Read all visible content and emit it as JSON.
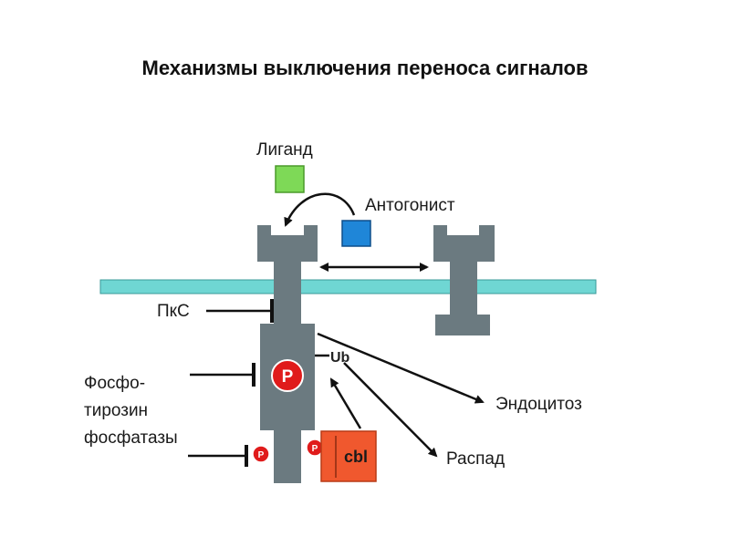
{
  "title": "Механизмы выключения переноса сигналов",
  "labels": {
    "ligand": "Лиганд",
    "antagonist": "Антогонист",
    "pkc": "ПкС",
    "phosphatase_line1": "Фосфо-",
    "phosphatase_line2": "тирозин",
    "phosphatase_line3": "фосфатазы",
    "endocytosis": "Эндоцитоз",
    "degradation": "Распад",
    "ubiquitin": "Ub",
    "cbl": "cbl",
    "phosphate": "P"
  },
  "colors": {
    "ligand": "#7ed957",
    "antagonist": "#1f86d8",
    "membrane": "#6fd6d3",
    "receptor": "#6b7a80",
    "phosphate": "#e01b1b",
    "cbl": "#f0582e"
  }
}
